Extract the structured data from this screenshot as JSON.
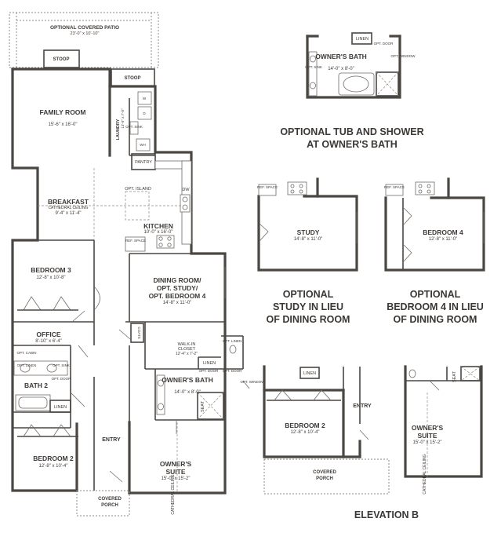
{
  "main_plan": {
    "patio": {
      "name": "OPTIONAL COVERED PATIO",
      "dims": "23'-0\" x 10'-10\""
    },
    "stoop_left": "STOOP",
    "stoop_right": "STOOP",
    "family_room": {
      "name": "FAMILY ROOM",
      "dims": "15'-6\" x 16'-0\""
    },
    "laundry": {
      "name": "LAUNDRY",
      "dims": "13'-0\" x 7'-0\""
    },
    "opt_sink": "OPT. SINK",
    "washer": "W",
    "dryer": "D",
    "water_heater": "WH",
    "pantry": "PANTRY",
    "breakfast": {
      "name": "BREAKFAST",
      "note": "CATHEDRAL CEILING",
      "dims": "9'-4\" x 11'-4\""
    },
    "opt_island": "OPT. ISLAND",
    "dishwasher": "DW",
    "kitchen": {
      "name": "KITCHEN",
      "dims": "10'-0\" x 16'-0\""
    },
    "ref_space": "REF. SPACE",
    "bedroom3": {
      "name": "BEDROOM 3",
      "dims": "12'-8\" x 10'-8\""
    },
    "dining": {
      "line1": "DINING ROOM/",
      "line2": "OPT. STUDY/",
      "line3": "OPT. BEDROOM 4",
      "dims": "14'-8\" x 11'-0\""
    },
    "office": {
      "name": "OFFICE",
      "dims": "8'-10\" x 6'-4\""
    },
    "coats": "COATS",
    "walk_in": {
      "line1": "WALK-IN",
      "line2": "CLOSET",
      "dims": "12'-4\" x 7'-2\""
    },
    "opt_linen_a": "OPT. LINEN",
    "opt_linen_b": "OPT. LINEN",
    "opt_cabin": "OPT. CABIN",
    "opt_sink_b": "OPT. SINK",
    "opt_door_b": "OPT. DOOR",
    "bath2": "BATH 2",
    "linen_a": "LINEN",
    "linen_b": "LINEN",
    "opt_door_owner": "OPT. DOOR",
    "opt_door_owner2": "OPT. DOOR",
    "opt_window_owner": "OPT. WINDOW",
    "owners_bath": {
      "name": "OWNER'S BATH",
      "dims": "14'-0\" x 8'-0\""
    },
    "seat": "SEAT",
    "bedroom2": {
      "name": "BEDROOM 2",
      "dims": "12'-8\" x 10'-4\""
    },
    "entry": "ENTRY",
    "owners_suite": {
      "line1": "OWNER'S",
      "line2": "SUITE",
      "dims": "15'-0\" x 15'-2\""
    },
    "cathedral": "CATHEDRAL CEILING",
    "covered_porch": {
      "line1": "COVERED",
      "line2": "PORCH"
    }
  },
  "opt_tub": {
    "linen": "LINEN",
    "opt_door": "OPT. DOOR",
    "opt_window": "OPT. WINDOW",
    "opt_sink": "OPT. SINK",
    "bath_name": "OWNER'S BATH",
    "bath_dims": "14'-0\" x 8'-0\"",
    "caption_line1": "OPTIONAL TUB AND SHOWER",
    "caption_line2": "AT OWNER'S BATH"
  },
  "opt_study": {
    "ref_space": "REF. SPACE",
    "name": "STUDY",
    "dims": "14'-8\" x 11'-0\"",
    "caption_line1": "OPTIONAL",
    "caption_line2": "STUDY IN LIEU",
    "caption_line3": "OF DINING ROOM"
  },
  "opt_bedroom4": {
    "ref_space": "REF. SPACE",
    "name": "BEDROOM 4",
    "dims": "12'-8\" x 11'-0\"",
    "caption_line1": "OPTIONAL",
    "caption_line2": "BEDROOM 4 IN LIEU",
    "caption_line3": "OF DINING ROOM"
  },
  "elevation_b": {
    "linen": "LINEN",
    "bedroom2_name": "BEDROOM 2",
    "bedroom2_dims": "12'-8\" x 10'-4\"",
    "entry": "ENTRY",
    "suite_line1": "OWNER'S",
    "suite_line2": "SUITE",
    "suite_dims": "15'-0\" x 15'-2\"",
    "cathedral": "CATHEDRAL CEILING",
    "seat": "SEAT",
    "porch_line1": "COVERED",
    "porch_line2": "PORCH",
    "caption": "ELEVATION B"
  }
}
